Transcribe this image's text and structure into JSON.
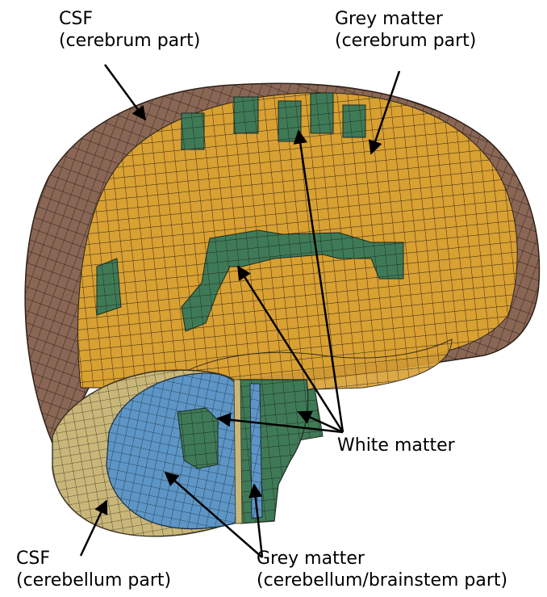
{
  "labels": {
    "csf_cerebrum": [
      "CSF",
      "(cerebrum part)"
    ],
    "grey_cerebrum": [
      "Grey matter",
      "(cerebrum part)"
    ],
    "white_matter": "White matter",
    "csf_cerebellum": [
      "CSF",
      "(cerebellum part)"
    ],
    "grey_cerebellum": [
      "Grey matter",
      "(cerebellum/brainstem part)"
    ]
  },
  "colors": {
    "csf_cerebrum": "#8a6655",
    "grey_matter_cerebrum": "#d9a032",
    "white_matter": "#3f7a57",
    "csf_cerebellum": "#c9b77a",
    "grey_matter_cerebellum": "#5d96c6",
    "mesh_line": "#2a2418",
    "arrow": "#000000"
  }
}
